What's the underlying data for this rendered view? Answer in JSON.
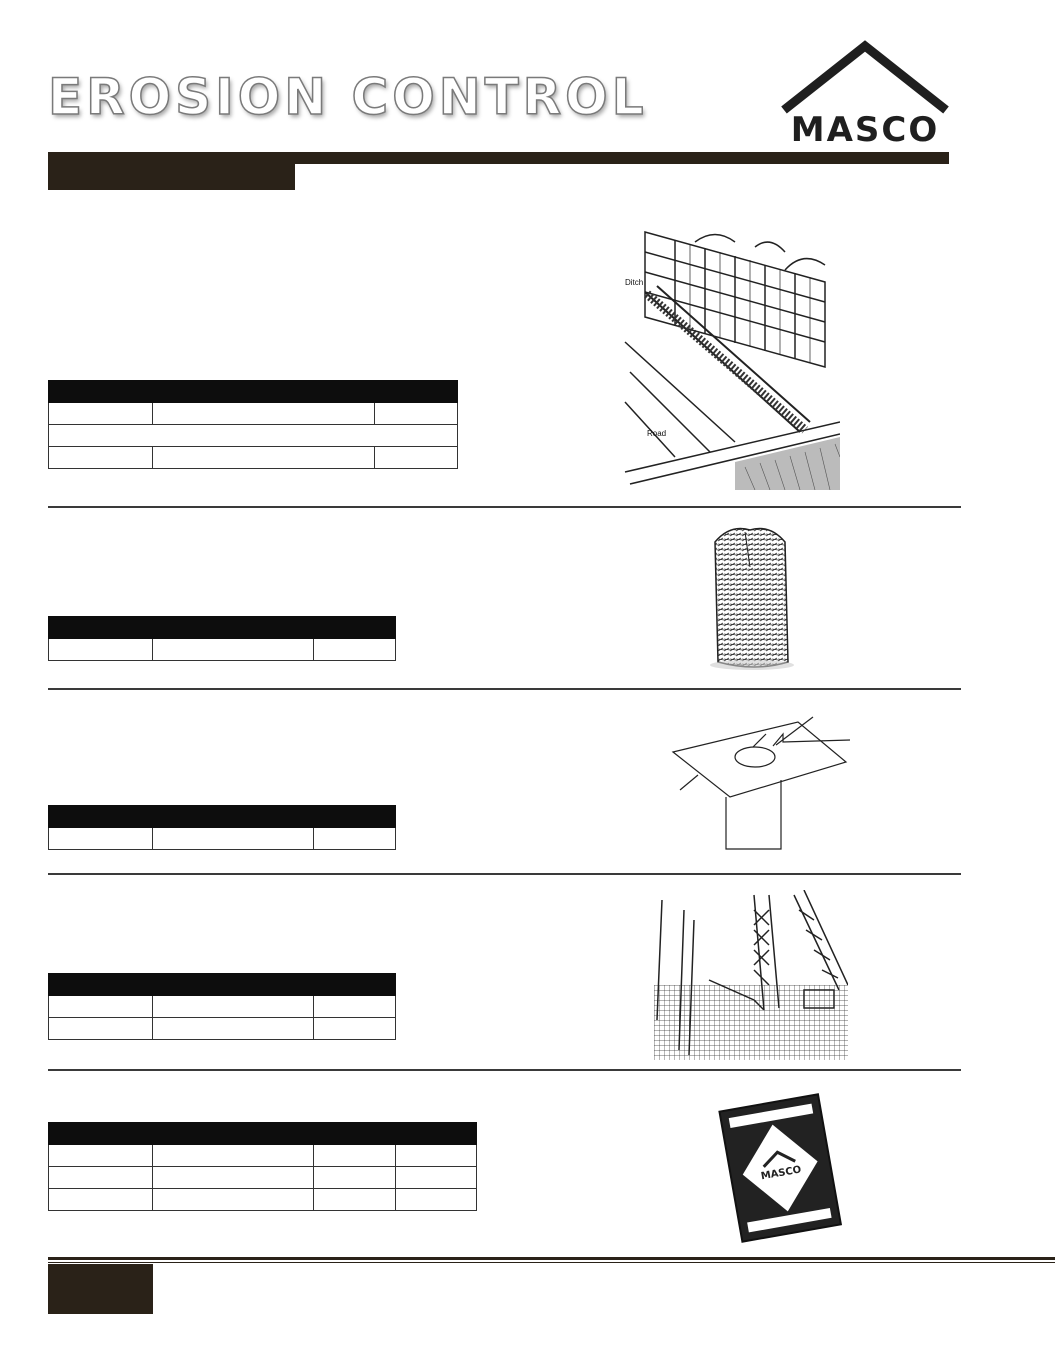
{
  "header": {
    "title": "EROSION CONTROL",
    "logo_text": "MASCO",
    "section_tab": ""
  },
  "illustrations": {
    "ditch_labels": {
      "ditch": "Ditch",
      "road": "Road"
    },
    "bag_logo": "MASCO"
  },
  "footer": {
    "page_tab": ""
  },
  "colors": {
    "brand_dark": "#2a2218",
    "table_header": "#0d0d0d"
  }
}
